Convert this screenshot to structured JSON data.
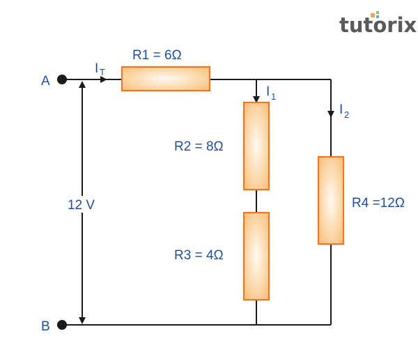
{
  "logo": {
    "text": "tutorix"
  },
  "nodes": {
    "a": "A",
    "b": "B"
  },
  "source": {
    "voltage_label": "12 V"
  },
  "currents": {
    "total": {
      "main": "I",
      "sub": "T"
    },
    "branch1": {
      "main": "I",
      "sub": "1"
    },
    "branch2": {
      "main": "I",
      "sub": "2"
    }
  },
  "resistors": [
    {
      "id": "R1",
      "label": "R1 = 6Ω",
      "ohms": 6
    },
    {
      "id": "R2",
      "label": "R2 = 8Ω",
      "ohms": 8
    },
    {
      "id": "R3",
      "label": "R3 = 4Ω",
      "ohms": 4
    },
    {
      "id": "R4",
      "label": "R4 =12Ω",
      "ohms": 12
    }
  ],
  "colors": {
    "wire": "#1a1a1a",
    "label": "#1f4f9a",
    "resistor_border": "#e8782a",
    "resistor_fill_center": "#fffaf2",
    "resistor_fill_edge": "#f9c27c",
    "logo_text": "#58595b"
  }
}
